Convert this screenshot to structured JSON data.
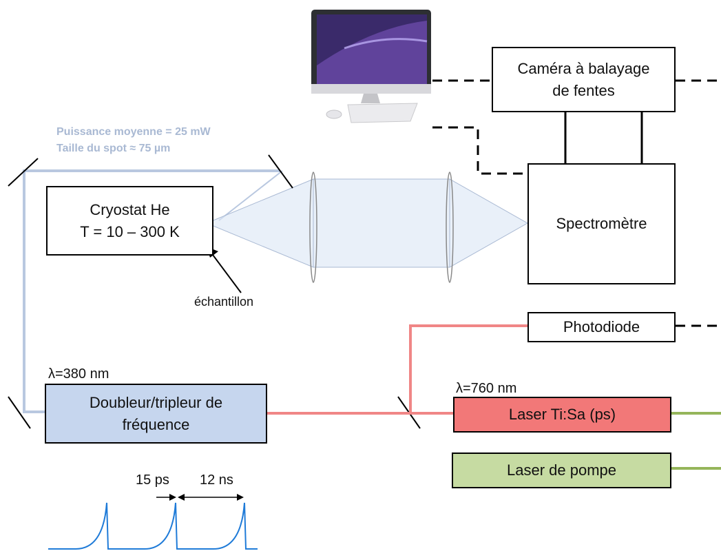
{
  "beam_info": {
    "power": "Puissance moyenne = 25 mW",
    "spot": "Taille du spot ≈ 75 µm"
  },
  "cryostat": {
    "line1": "Cryostat He",
    "line2": "T = 10 – 300 K"
  },
  "sample_label": "échantillon",
  "streak_camera": {
    "line1": "Caméra à balayage",
    "line2": "de fentes"
  },
  "spectrometer": "Spectromètre",
  "photodiode": "Photodiode",
  "doubler": {
    "wavelength": "λ=380 nm",
    "line1": "Doubleur/tripleur de",
    "line2": "fréquence"
  },
  "ti_sa": {
    "wavelength": "λ=760 nm",
    "label": "Laser Ti:Sa (ps)"
  },
  "pump_laser": "Laser de pompe",
  "pulse_train": {
    "pulse_width": "15 ps",
    "period": "12 ns"
  },
  "colors": {
    "uv_beam": "#b9c8e0",
    "red_beam": "#f08686",
    "green_beam": "#95b55a",
    "doubler_fill": "#c6d6ee",
    "ti_sa_fill": "#f27878",
    "pump_fill": "#c6dba2",
    "pulse": "#1f7bd8"
  },
  "icons": [
    "computer-icon",
    "mirror-icon",
    "lens-icon",
    "pulse-train-icon"
  ]
}
